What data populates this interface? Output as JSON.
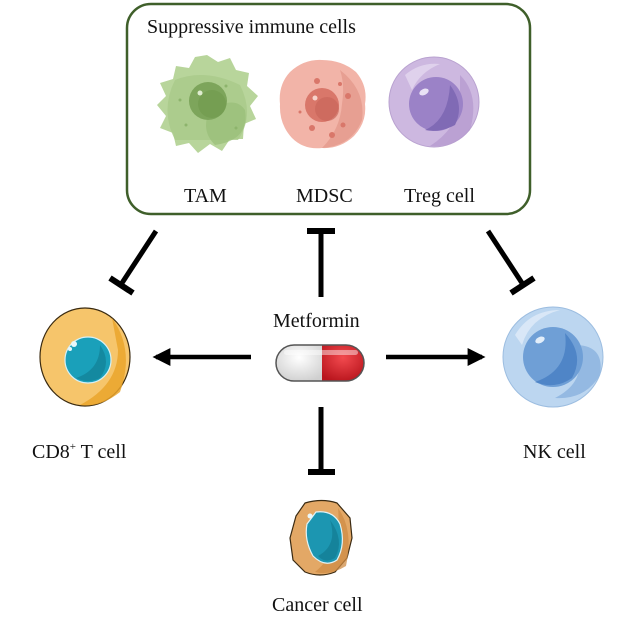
{
  "suppressive_box": {
    "title": "Suppressive immune cells",
    "border_color": "#3f5f2a",
    "cells": [
      {
        "id": "tam",
        "label": "TAM",
        "color": "#a9c98a"
      },
      {
        "id": "mdsc",
        "label": "MDSC",
        "color": "#eba79b"
      },
      {
        "id": "treg",
        "label": "Treg cell",
        "color": "#c3acd6"
      }
    ]
  },
  "drug": {
    "label": "Metformin",
    "colors": {
      "left": "#ececec",
      "right": "#d9262e"
    }
  },
  "targets": {
    "cd8": {
      "label_main": "CD8",
      "label_sup": "+",
      "label_rest": " T cell",
      "color": "#f3c066",
      "nucleus_color": "#1a9bb5"
    },
    "nk": {
      "label": "NK cell",
      "color": "#b7d3ef",
      "nucleus_color": "#5b8fc9"
    },
    "cancer": {
      "label": "Cancer cell",
      "color": "#e2a868",
      "nucleus_color": "#1d93ad"
    }
  },
  "relations": [
    {
      "from": "suppressive_immune_cells",
      "to": "cd8_t_cell",
      "type": "inhibits"
    },
    {
      "from": "metformin",
      "to": "suppressive_immune_cells",
      "type": "inhibits"
    },
    {
      "from": "suppressive_immune_cells",
      "to": "nk_cell",
      "type": "inhibits"
    },
    {
      "from": "metformin",
      "to": "cd8_t_cell",
      "type": "activates"
    },
    {
      "from": "metformin",
      "to": "nk_cell",
      "type": "activates"
    },
    {
      "from": "metformin",
      "to": "cancer_cell",
      "type": "inhibits"
    }
  ]
}
